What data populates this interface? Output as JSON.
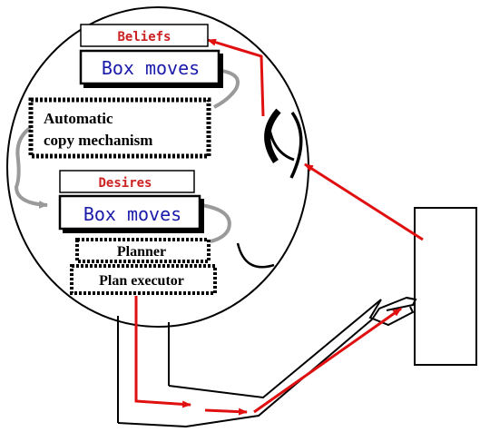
{
  "labels": {
    "beliefs_title": "Beliefs",
    "beliefs_content": "Box moves",
    "copy_mechanism_line1": "Automatic",
    "copy_mechanism_line2": "copy mechanism",
    "desires_title": "Desires",
    "desires_content": "Box moves",
    "planner": "Planner",
    "plan_executor": "Plan executor"
  },
  "colors": {
    "title_red": "#cc2222",
    "content_blue": "#1a1aaa",
    "arrow_red": "#e01010",
    "flow_gray": "#9a9a9a",
    "ink": "#000000"
  }
}
